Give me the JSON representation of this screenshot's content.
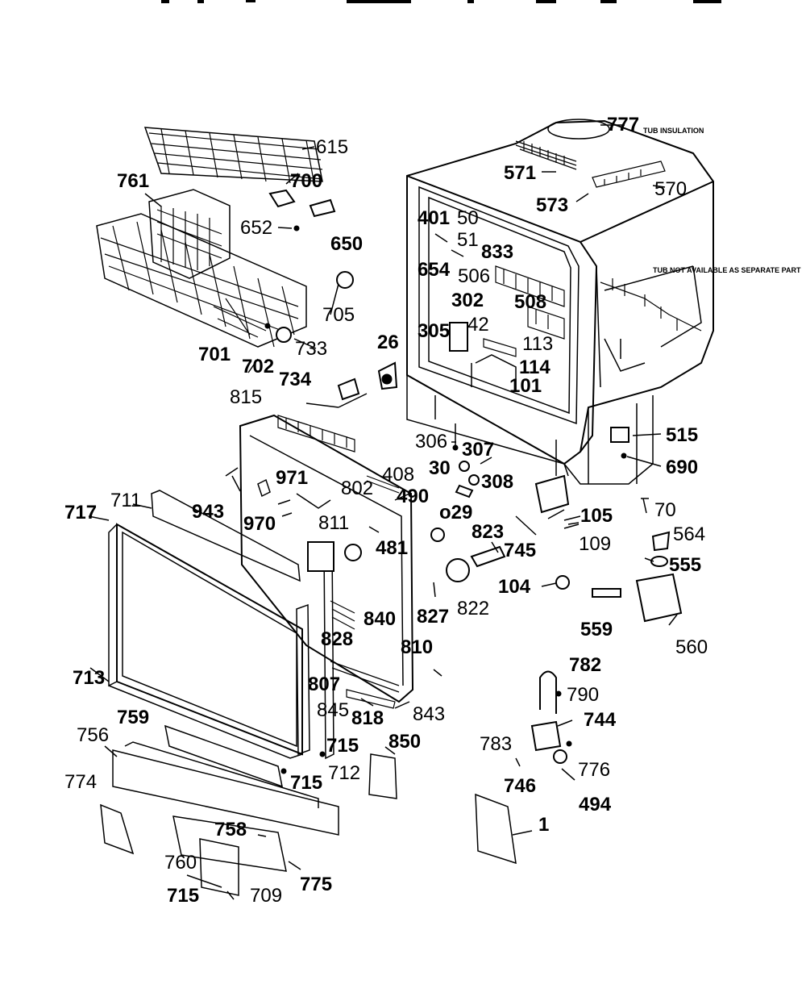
{
  "callouts": {
    "c777": "777",
    "c777_note": "TUB INSULATION",
    "c571": "571",
    "c570": "570",
    "c573": "573",
    "c401": "401",
    "c50": "50",
    "c51": "51",
    "c833": "833",
    "c654": "654",
    "c506": "506",
    "c508": "508",
    "c302": "302",
    "c42": "42",
    "c305": "305",
    "c113": "113",
    "c114": "114",
    "c101": "101",
    "c26": "26",
    "tub_note": "TUB NOT AVAILABLE AS SEPARATE PART",
    "c615": "615",
    "c700": "700",
    "c761": "761",
    "c652": "652",
    "c650": "650",
    "c705": "705",
    "c701": "701",
    "c733": "733",
    "c702": "702",
    "c734": "734",
    "c815": "815",
    "c306": "306",
    "c307": "307",
    "c515": "515",
    "c690": "690",
    "c943": "943",
    "c971": "971",
    "c802": "802",
    "c408": "408",
    "c30": "30",
    "c308": "308",
    "c490": "490",
    "c717": "717",
    "c711": "711",
    "c970": "970",
    "c811": "811",
    "c029": "o29",
    "c823": "823",
    "c105": "105",
    "c70": "70",
    "c481": "481",
    "c745": "745",
    "c109": "109",
    "c564": "564",
    "c555": "555",
    "c104": "104",
    "c840": "840",
    "c827": "827",
    "c822": "822",
    "c559": "559",
    "c560": "560",
    "c828": "828",
    "c810": "810",
    "c713": "713",
    "c807": "807",
    "c782": "782",
    "c790": "790",
    "c845": "845",
    "c818": "818",
    "c843": "843",
    "c759": "759",
    "c744": "744",
    "c756": "756",
    "c715a": "715",
    "c850": "850",
    "c783": "783",
    "c712": "712",
    "c715b": "715",
    "c776": "776",
    "c746": "746",
    "c774": "774",
    "c494": "494",
    "c758": "758",
    "c1": "1",
    "c760": "760",
    "c775": "775",
    "c709": "709",
    "c715c": "715"
  }
}
